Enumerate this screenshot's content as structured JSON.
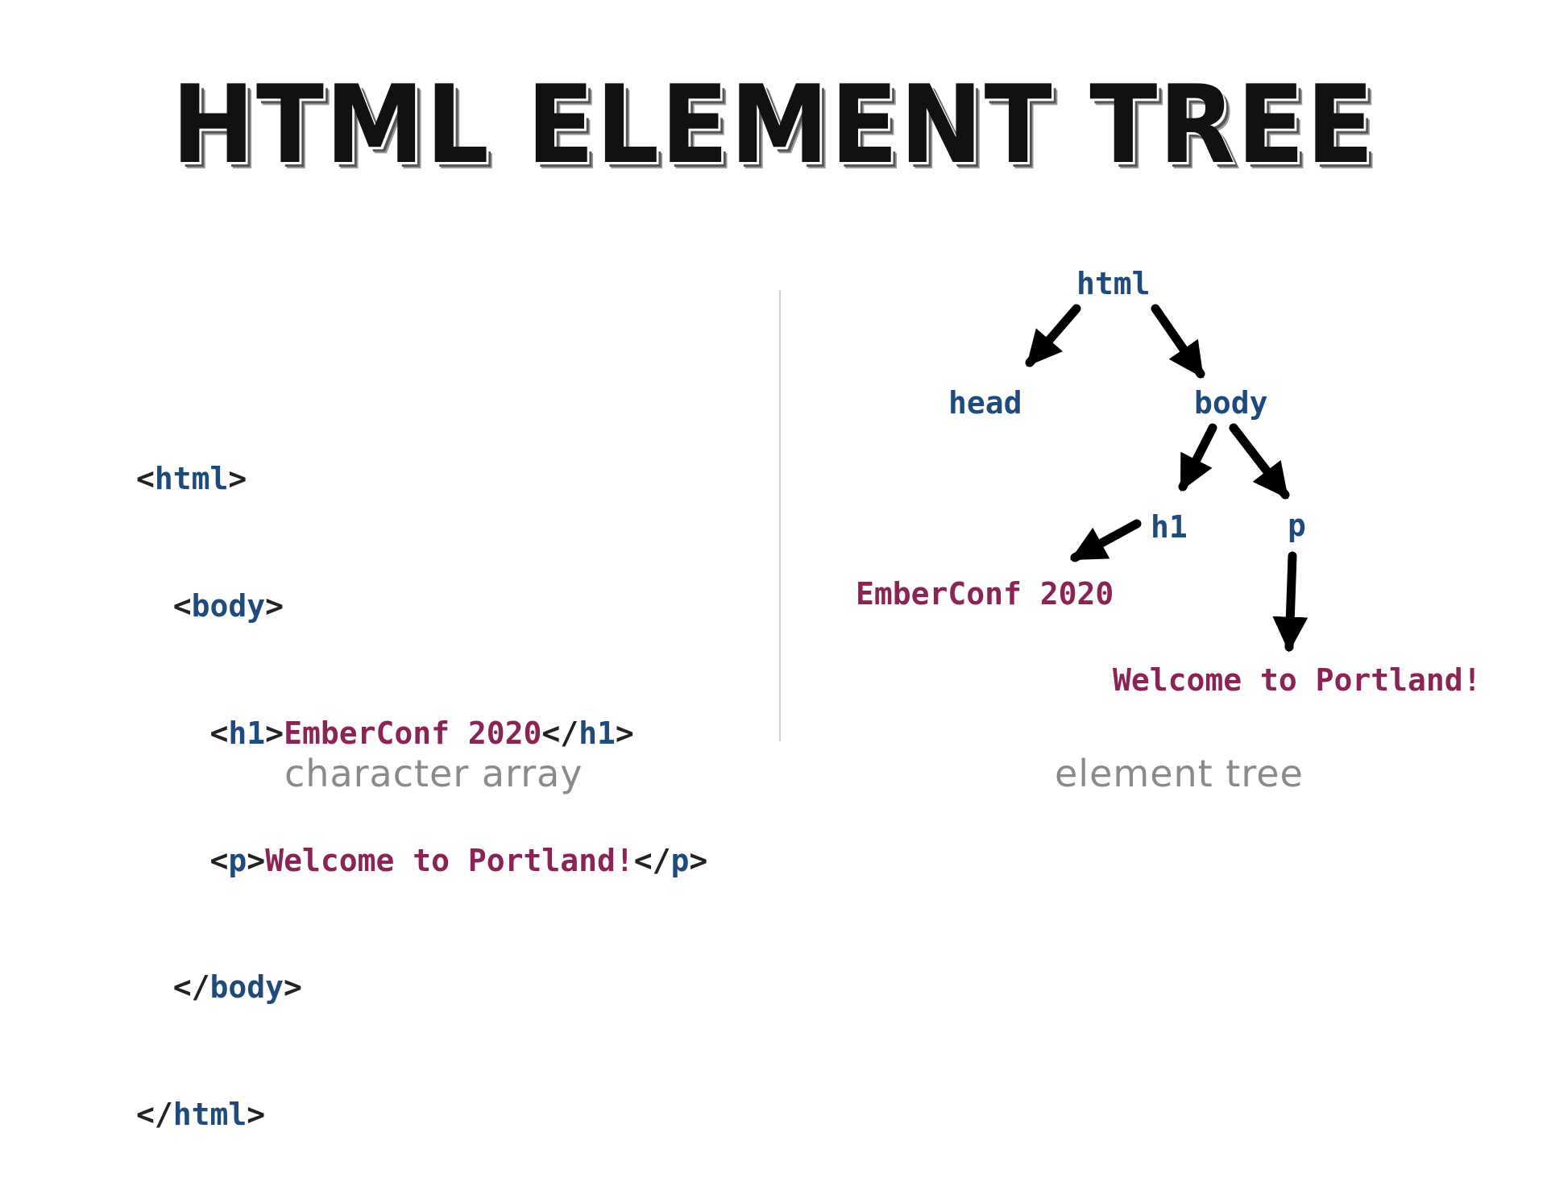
{
  "title": "HTML ELEMENT TREE",
  "code": {
    "line1": {
      "open": "<",
      "tag": "html",
      "close": ">"
    },
    "line2": {
      "open": "<",
      "tag": "body",
      "close": ">"
    },
    "line3": {
      "open": "<",
      "tag": "h1",
      "mid_open": ">",
      "text": "EmberConf 2020",
      "end_open": "</",
      "end_tag": "h1",
      "end_close": ">"
    },
    "line4": {
      "open": "<",
      "tag": "p",
      "mid_open": ">",
      "text": "Welcome to Portland!",
      "end_open": "</",
      "end_tag": "p",
      "end_close": ">"
    },
    "line5": {
      "open": "</",
      "tag": "body",
      "close": ">"
    },
    "line6": {
      "open": "</",
      "tag": "html",
      "close": ">"
    }
  },
  "tree": {
    "html": "html",
    "head": "head",
    "body": "body",
    "h1": "h1",
    "p": "p",
    "h1_text": "EmberConf 2020",
    "p_text": "Welcome to Portland!"
  },
  "captions": {
    "left": "character array",
    "right": "element tree"
  },
  "colors": {
    "tag": "#1f4a7c",
    "text": "#8c2356",
    "punct": "#222222",
    "caption": "#8a8a8a",
    "arrow": "#000000"
  }
}
